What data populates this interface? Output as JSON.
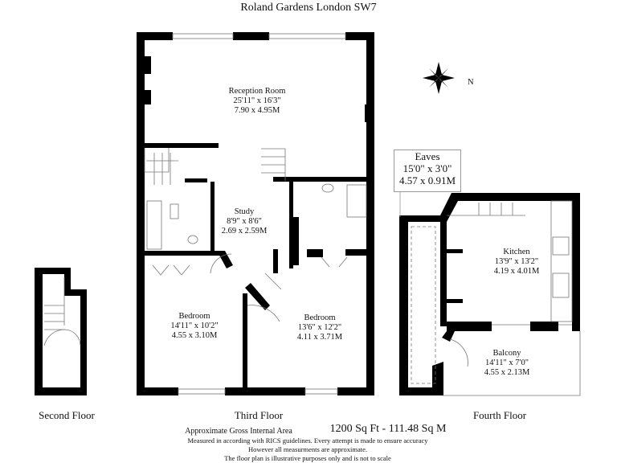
{
  "title": "Roland Gardens London SW7",
  "compass": {
    "label": "N"
  },
  "floors": {
    "second": "Second Floor",
    "third": "Third Floor",
    "fourth": "Fourth Floor"
  },
  "rooms": {
    "reception": {
      "name": "Reception Room",
      "imperial": "25'11\" x 16'3\"",
      "metric": "7.90 x 4.95M"
    },
    "study": {
      "name": "Study",
      "imperial": "8'9\" x 8'6\"",
      "metric": "2.69 x 2.59M"
    },
    "bedroom1": {
      "name": "Bedroom",
      "imperial": "14'11\" x 10'2\"",
      "metric": "4.55 x 3.10M"
    },
    "bedroom2": {
      "name": "Bedroom",
      "imperial": "13'6\" x 12'2\"",
      "metric": "4.11 x 3.71M"
    },
    "eaves": {
      "name": "Eaves",
      "imperial": "15'0\" x 3'0\"",
      "metric": "4.57 x 0.91M"
    },
    "kitchen": {
      "name": "Kitchen",
      "imperial": "13'9\" x 13'2\"",
      "metric": "4.19 x 4.01M"
    },
    "balcony": {
      "name": "Balcony",
      "imperial": "14'11\" x 7'0\"",
      "metric": "4.55 x 2.13M"
    }
  },
  "footer": {
    "area_label": "Approximate Gross Internal Area",
    "area_value": "1200 Sq Ft - 111.48 Sq M",
    "disclaimer1": "Measured in according with RICS guidelines. Every attempt is made to ensure accuracy",
    "disclaimer2": "However all measurments are approximate.",
    "disclaimer3": "The floor plan is illustrative purposes only and is not to scale"
  }
}
